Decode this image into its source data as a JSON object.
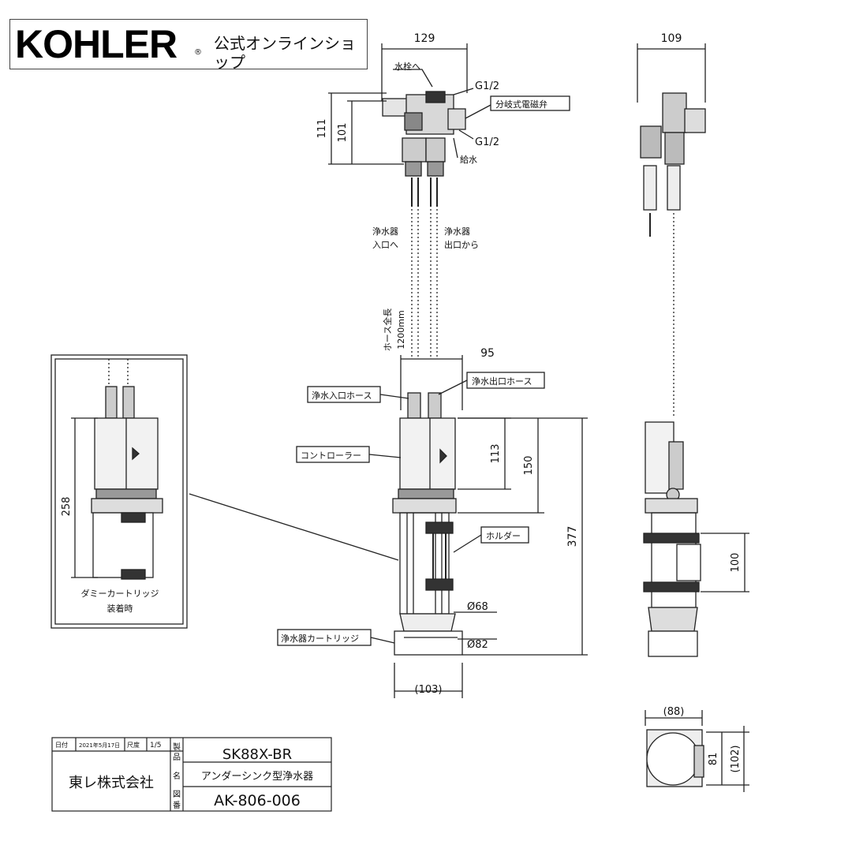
{
  "brand": {
    "logo": "KOHLER",
    "reg_mark": "®",
    "shop": "公式オンラインショップ"
  },
  "dimensions": {
    "top_width": "129",
    "side_width": "109",
    "h111": "111",
    "h101": "101",
    "hose_width": "95",
    "h113": "113",
    "h150": "150",
    "h377": "377",
    "h258": "258",
    "h100": "100",
    "d68": "Ø68",
    "d82": "Ø82",
    "w103": "(103)",
    "w88": "(88)",
    "h81": "81",
    "h102": "(102)"
  },
  "callouts": {
    "faucet": "水栓へ",
    "g_top": "G1/2",
    "g_bottom": "G1/2",
    "valve": "分岐式電磁弁",
    "supply": "給水",
    "inlet_to_a": "浄水器",
    "inlet_to_b": "入口へ",
    "outlet_from_a": "浄水器",
    "outlet_from_b": "出口から",
    "hose_total_a": "ホース全長",
    "hose_total_b": "1200mm",
    "inlet_hose": "浄水入口ホース",
    "outlet_hose": "浄水出口ホース",
    "controller": "コントローラー",
    "holder": "ホルダー",
    "cartridge": "浄水器カートリッジ",
    "dummy_a": "ダミーカートリッジ",
    "dummy_b": "装着時"
  },
  "title_block": {
    "date_label": "日付",
    "date_value": "2021年5月17日",
    "scale_label": "尺度",
    "scale_value": "1/5",
    "product_label_1": "製",
    "product_label_2": "品",
    "product_label_3": "名",
    "drawing_label_1": "図",
    "drawing_label_2": "番",
    "company": "東レ株式会社",
    "model": "SK88X-BR",
    "product_name": "アンダーシンク型浄水器",
    "drawing_no": "AK-806-006"
  }
}
